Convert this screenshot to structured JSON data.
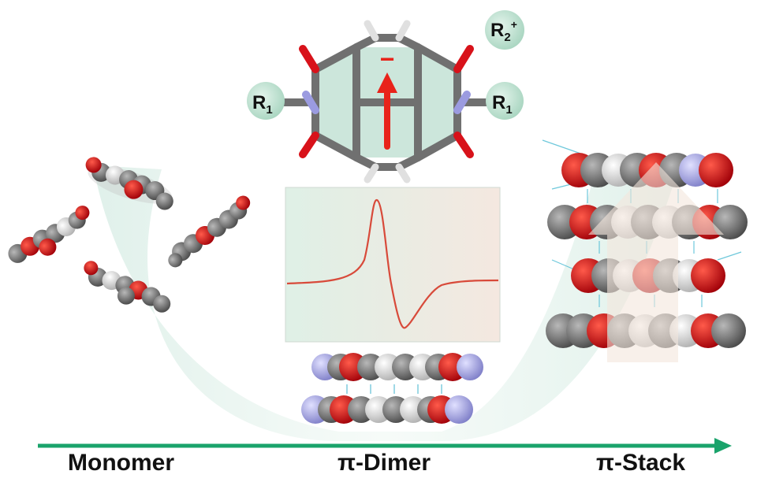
{
  "stages": [
    {
      "label": "Monomer"
    },
    {
      "label": "π-Dimer"
    },
    {
      "label": "π-Stack"
    }
  ],
  "molecule": {
    "substituent_left": {
      "main": "R",
      "sub": "1"
    },
    "substituent_right": {
      "main": "R",
      "sub": "1"
    },
    "counter_ion": {
      "main": "R",
      "sub": "2",
      "sup": "+"
    },
    "charge_symbol": "−"
  },
  "colors": {
    "arrow": "#1aa36b",
    "carbon": "#6f6f6f",
    "oxygen": "#d8121a",
    "nitrogen": "#a3a3e0",
    "hydrogen": "#e6e6e6",
    "epr_curve": "#d84a3a",
    "ring_fill": "#a8d8c8",
    "spin_arrow": "#e8231a"
  }
}
